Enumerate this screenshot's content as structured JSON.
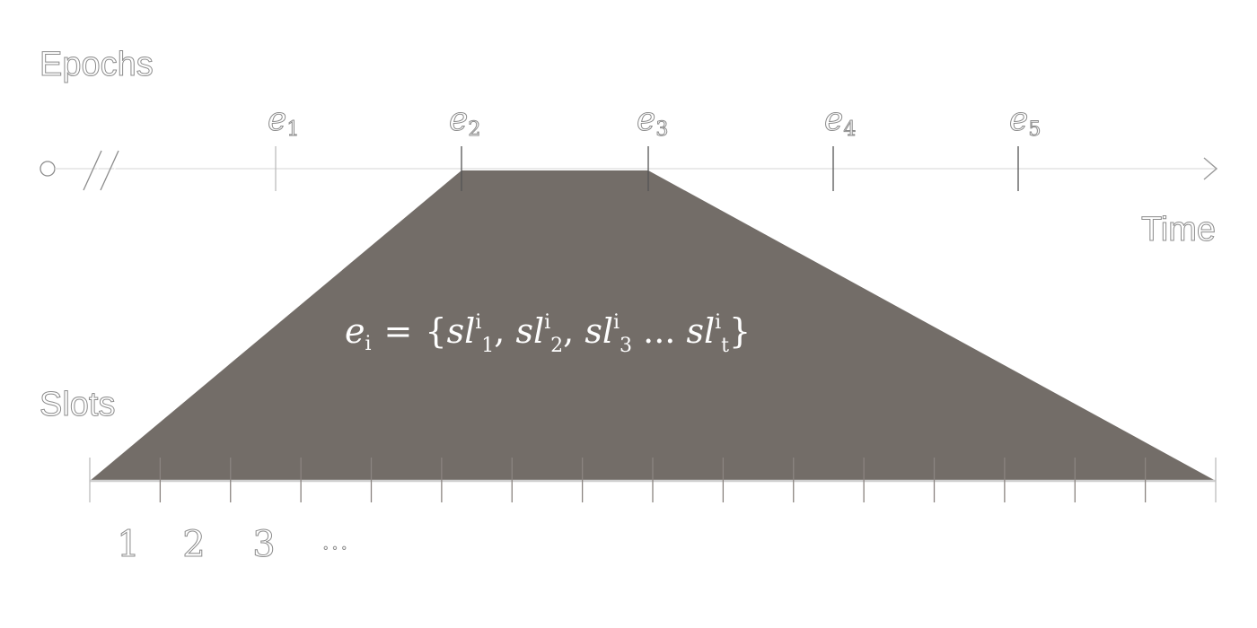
{
  "labels": {
    "epochs": "Epochs",
    "time": "Time",
    "slots": "Slots"
  },
  "epochs": [
    {
      "base": "e",
      "sub": "1"
    },
    {
      "base": "e",
      "sub": "2"
    },
    {
      "base": "e",
      "sub": "3"
    },
    {
      "base": "e",
      "sub": "4"
    },
    {
      "base": "e",
      "sub": "5"
    }
  ],
  "axis_break": "//",
  "formula": {
    "lhs_base": "e",
    "lhs_sub": "i",
    "equals": "=",
    "open_brace": "{",
    "items": [
      {
        "base": "sl",
        "sup": "i",
        "sub": "1",
        "sep": ", "
      },
      {
        "base": "sl",
        "sup": "i",
        "sub": "2",
        "sep": ", "
      },
      {
        "base": "sl",
        "sup": "i",
        "sub": "3",
        "sep": " ... "
      },
      {
        "base": "sl",
        "sup": "i",
        "sub": "t",
        "sep": ""
      }
    ],
    "close_brace": "}"
  },
  "slot_numbers": [
    "1",
    "2",
    "3",
    "..."
  ],
  "colors": {
    "trapezoid_fill": "#736d68",
    "outline_text": "#8c8c8c",
    "axis": "#dddddd"
  }
}
